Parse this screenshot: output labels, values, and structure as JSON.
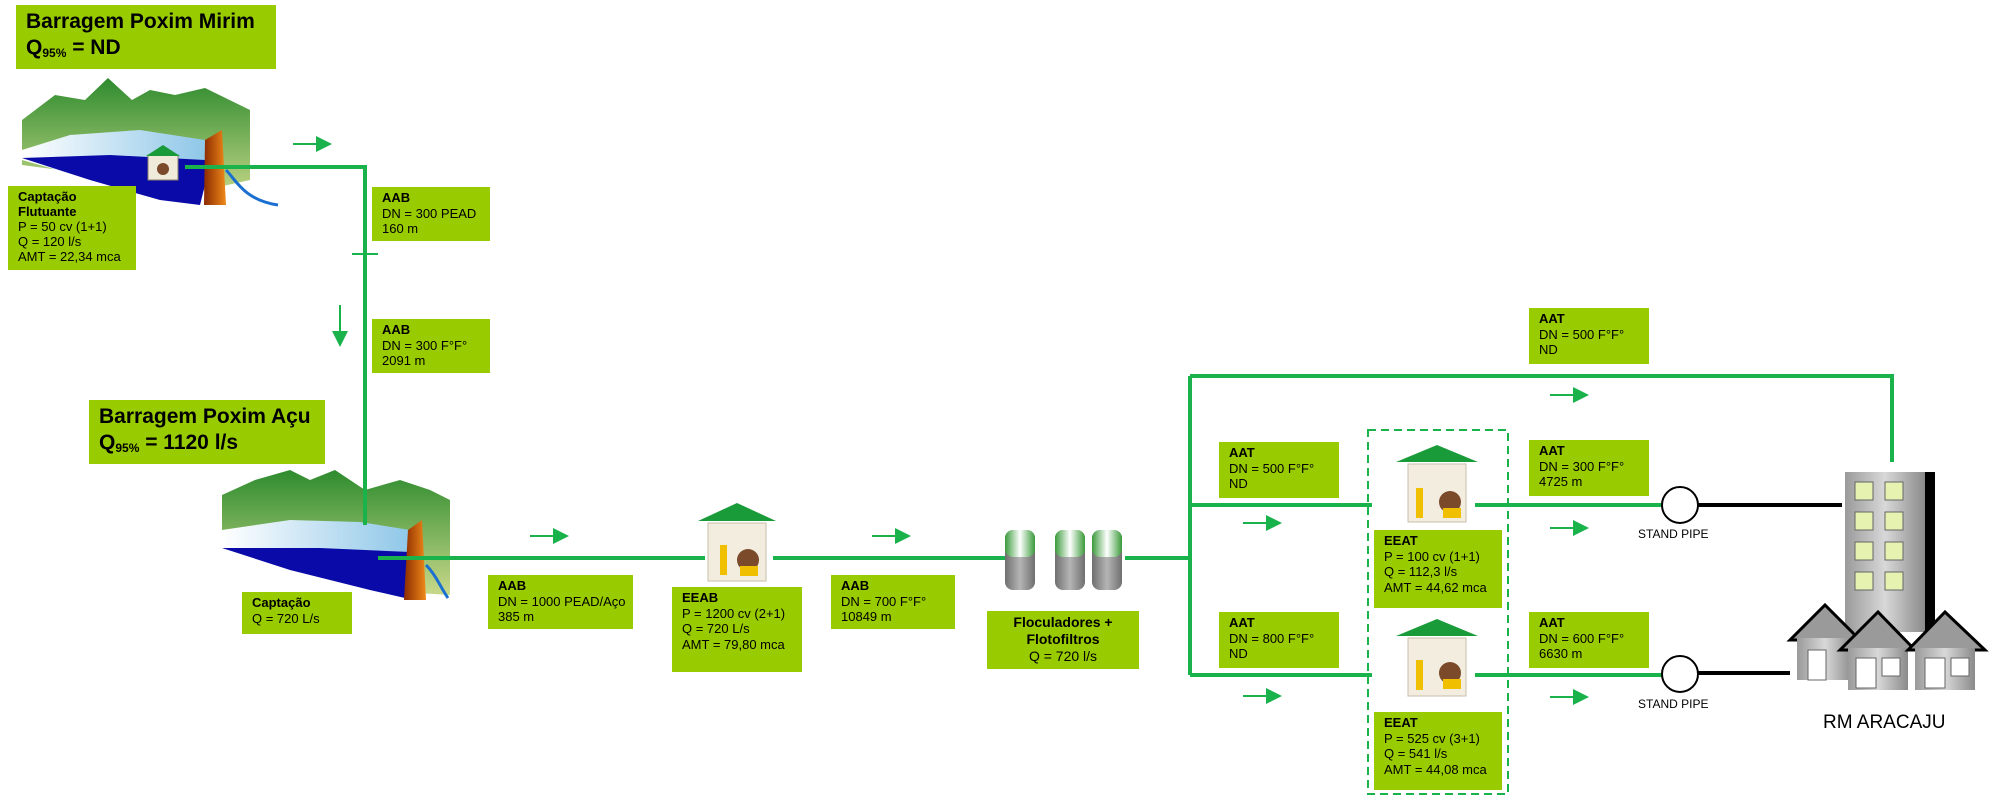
{
  "colors": {
    "pipe": "#19b24b",
    "box": "#99cc00",
    "roof": "#1a9b3a",
    "water": "#0a0aa8"
  },
  "barragem_mirim": {
    "name": "Barragem Poxim Mirim",
    "q_label": "Q",
    "q_sub": "95%",
    "q_value": " = ND"
  },
  "barragem_acu": {
    "name": "Barragem Poxim Açu",
    "q_label": "Q",
    "q_sub": "95%",
    "q_value": " = 1120 l/s"
  },
  "captacao_flutuante": {
    "title": "Captação Flutuante",
    "lines": [
      "P = 50 cv (1+1)",
      "Q = 120 l/s",
      "AMT = 22,34 mca"
    ]
  },
  "captacao_acu": {
    "title": "Captação",
    "lines": [
      "Q = 720 L/s"
    ]
  },
  "aab_1": {
    "title": "AAB",
    "lines": [
      "DN = 300 PEAD",
      "160 m"
    ]
  },
  "aab_2": {
    "title": "AAB",
    "lines": [
      "DN = 300 F°F°",
      "2091 m"
    ]
  },
  "aab_3": {
    "title": "AAB",
    "lines": [
      "DN = 1000 PEAD/Aço",
      "385 m"
    ]
  },
  "aab_4": {
    "title": "AAB",
    "lines": [
      "DN = 700 F°F°",
      "10849 m"
    ]
  },
  "eeab": {
    "title": "EEAB",
    "lines": [
      "P = 1200 cv (2+1)",
      "Q = 720 L/s",
      "AMT = 79,80 mca"
    ]
  },
  "floculadores": {
    "lines": [
      "Floculadores +",
      "Flotofiltros"
    ],
    "q": "Q = 720 l/s"
  },
  "aat_top": {
    "title": "AAT",
    "lines": [
      "DN = 500 F°F°",
      "ND"
    ]
  },
  "aat_mid_left": {
    "title": "AAT",
    "lines": [
      "DN = 500 F°F°",
      "ND"
    ]
  },
  "aat_mid_right": {
    "title": "AAT",
    "lines": [
      "DN = 300 F°F°",
      "4725 m"
    ]
  },
  "aat_low_left": {
    "title": "AAT",
    "lines": [
      "DN = 800 F°F°",
      "ND"
    ]
  },
  "aat_low_right": {
    "title": "AAT",
    "lines": [
      "DN = 600 F°F°",
      "6630 m"
    ]
  },
  "eeat_1": {
    "title": "EEAT",
    "lines": [
      "P = 100 cv (1+1)",
      "Q = 112,3 l/s",
      "AMT = 44,62 mca"
    ]
  },
  "eeat_2": {
    "title": "EEAT",
    "lines": [
      "P = 525 cv (3+1)",
      "Q = 541 l/s",
      "AMT = 44,08 mca"
    ]
  },
  "stand_pipe_1": "STAND PIPE",
  "stand_pipe_2": "STAND PIPE",
  "city": "RM ARACAJU"
}
